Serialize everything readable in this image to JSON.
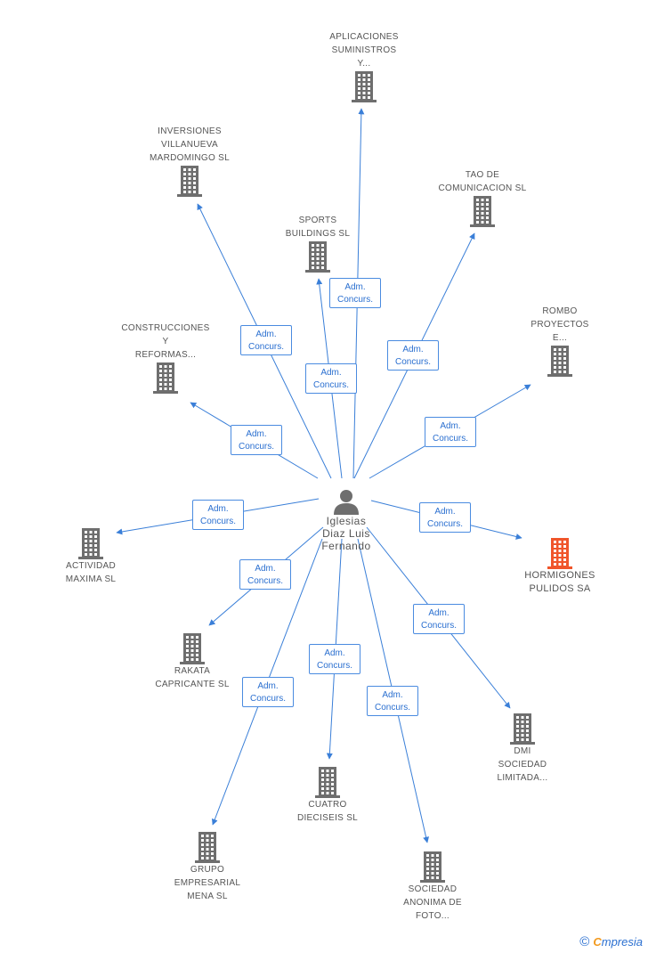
{
  "center": {
    "label": "Iglesias\nDiaz Luis\nFernando",
    "icon": "person-icon",
    "color": "#6e6e6e"
  },
  "edge_color": "#3a7fd8",
  "company_color": "#6e6e6e",
  "highlight_color": "#f0552a",
  "companies": [
    {
      "id": "aplicaciones",
      "label": "APLICACIONES\nSUMINISTROS\nY...",
      "icon": "building-icon",
      "relation": "Adm.\nConcurs."
    },
    {
      "id": "inversiones",
      "label": "INVERSIONES\nVILLANUEVA\nMARDOMINGO SL",
      "icon": "building-icon",
      "relation": "Adm.\nConcurs."
    },
    {
      "id": "tao",
      "label": "TAO DE\nCOMUNICACION SL",
      "icon": "building-icon",
      "relation": "Adm.\nConcurs."
    },
    {
      "id": "sports",
      "label": "SPORTS\nBUILDINGS SL",
      "icon": "building-icon",
      "relation": "Adm.\nConcurs."
    },
    {
      "id": "rombo",
      "label": "ROMBO\nPROYECTOS\nE...",
      "icon": "building-icon",
      "relation": "Adm.\nConcurs."
    },
    {
      "id": "construcciones",
      "label": "CONSTRUCCIONES\nY\nREFORMAS...",
      "icon": "building-icon",
      "relation": "Adm.\nConcurs."
    },
    {
      "id": "actividad",
      "label": "ACTIVIDAD\nMAXIMA SL",
      "icon": "building-icon",
      "relation": "Adm.\nConcurs."
    },
    {
      "id": "hormigones",
      "label": "HORMIGONES\nPULIDOS SA",
      "icon": "building-icon",
      "relation": "Adm.\nConcurs.",
      "highlight": true
    },
    {
      "id": "rakata",
      "label": "RAKATA\nCAPRICANTE SL",
      "icon": "building-icon",
      "relation": "Adm.\nConcurs."
    },
    {
      "id": "dmi",
      "label": "DMI\nSOCIEDAD\nLIMITADA...",
      "icon": "building-icon",
      "relation": "Adm.\nConcurs."
    },
    {
      "id": "cuatro",
      "label": "CUATRO\nDIECISEIS SL",
      "icon": "building-icon",
      "relation": "Adm.\nConcurs."
    },
    {
      "id": "grupo",
      "label": "GRUPO\nEMPRESARIAL\nMENA SL",
      "icon": "building-icon",
      "relation": "Adm.\nConcurs."
    },
    {
      "id": "sociedad",
      "label": "SOCIEDAD\nANONIMA DE\nFOTO...",
      "icon": "building-icon",
      "relation": "Adm.\nConcurs."
    }
  ],
  "footer": {
    "copyright_symbol": "©",
    "brand_initial": "C",
    "brand_rest": "mpresia"
  }
}
